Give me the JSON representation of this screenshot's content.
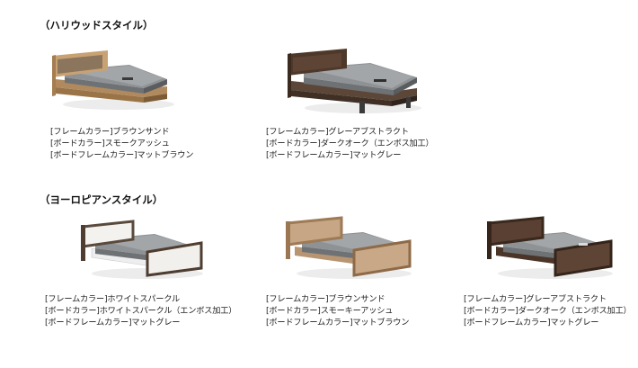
{
  "sections": [
    {
      "title": "（ハリウッドスタイル）",
      "products": [
        {
          "image_desc": "hollywood-bed-brown-sand",
          "specs": [
            "[フレームカラー]ブラウンサンド",
            "[ボードカラー]スモークアッシュ",
            "[ボードフレームカラー]マットブラウン"
          ]
        },
        {
          "image_desc": "hollywood-bed-gray-abstract",
          "specs": [
            "[フレームカラー]グレーアブストラクト",
            "[ボードカラー]ダークオーク（エンボス加工）",
            "[ボードフレームカラー]マットグレー"
          ]
        }
      ]
    },
    {
      "title": "（ヨーロピアンスタイル）",
      "products": [
        {
          "image_desc": "european-bed-white-sparkle",
          "specs": [
            "[フレームカラー]ホワイトスパークル",
            "[ボードカラー]ホワイトスパークル（エンボス加工）",
            "[ボードフレームカラー]マットグレー"
          ]
        },
        {
          "image_desc": "european-bed-brown-sand",
          "specs": [
            "[フレームカラー]ブラウンサンド",
            "[ボードカラー]スモーキーアッシュ",
            "[ボードフレームカラー]マットブラウン"
          ]
        },
        {
          "image_desc": "european-bed-gray-abstract",
          "specs": [
            "[フレームカラー]グレーアブストラクト",
            "[ボードカラー]ダークオーク（エンボス加工）",
            "[ボードフレームカラー]マットグレー"
          ]
        }
      ]
    }
  ]
}
